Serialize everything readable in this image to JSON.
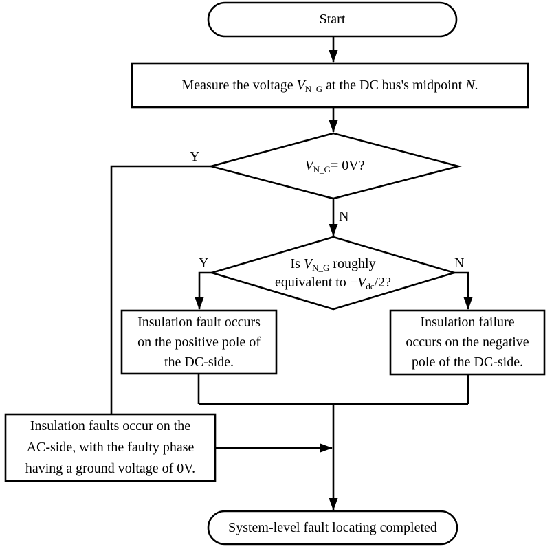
{
  "colors": {
    "ink": "#000000",
    "paper": "#ffffff"
  },
  "nodes": {
    "start": {
      "label": "Start"
    },
    "measure": {
      "pre": "Measure the voltage ",
      "v": "V",
      "v_sub": "N_G",
      "mid": " at the DC bus's midpoint ",
      "n": "N",
      "dot": "."
    },
    "decision_vng_zero": {
      "v": "V",
      "v_sub": "N_G",
      "rest": "= 0V?",
      "label_yes": "Y",
      "label_no": "N"
    },
    "decision_vng_half": {
      "l1_pre": "Is ",
      "v": "V",
      "v_sub": "N_G",
      "l1_post": " roughly",
      "l2_pre": "equivalent to −",
      "v2": "V",
      "v2_sub": "dc",
      "l2_post": "/2?",
      "label_yes": "Y",
      "label_no": "N"
    },
    "dc_positive": {
      "line1": "Insulation fault occurs",
      "line2": "on the positive pole of",
      "line3": "the DC-side."
    },
    "dc_negative": {
      "line1": "Insulation failure",
      "line2": "occurs on the negative",
      "line3": "pole of the DC-side."
    },
    "ac_side": {
      "line1": "Insulation faults occur on the",
      "line2": "AC-side, with the faulty phase",
      "line3": "having a ground voltage of 0V."
    },
    "end": {
      "label": "System-level fault locating completed"
    }
  }
}
